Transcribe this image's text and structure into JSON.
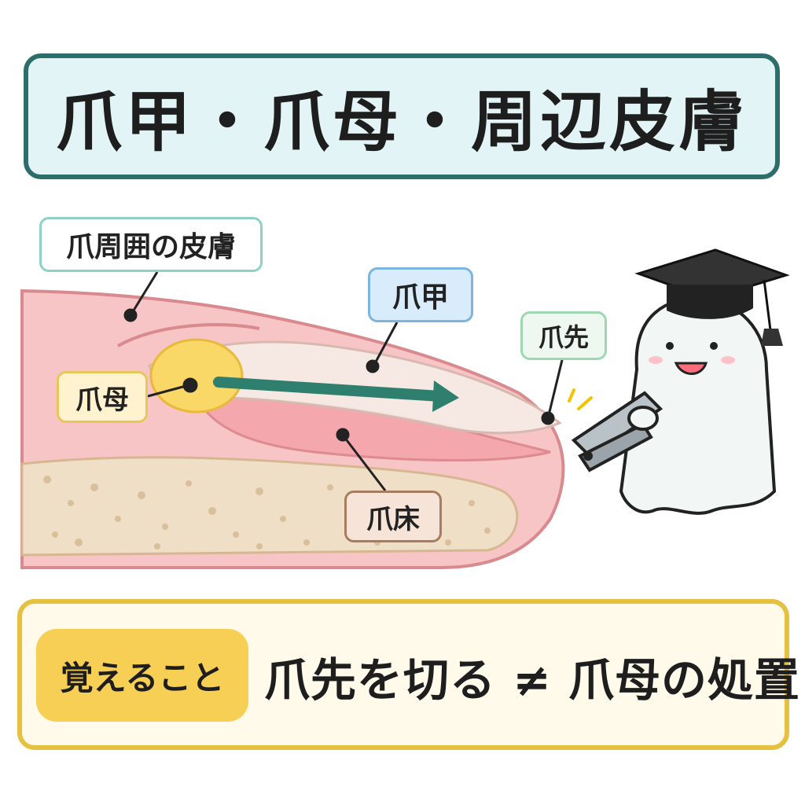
{
  "title": "爪甲・爪母・周辺皮膚",
  "labels": {
    "skin": "爪周囲の皮膚",
    "plate": "爪甲",
    "tip": "爪先",
    "matrix": "爪母",
    "bed": "爪床"
  },
  "memo": {
    "badge": "覚えること",
    "text": "爪先を切る ≠ 爪母の処置"
  },
  "colors": {
    "title_border": "#2d6e6b",
    "title_bg": "#e3f4f6",
    "memo_border": "#e5c13f",
    "memo_badge": "#f8cf55",
    "growth_arrow": "#2f7f6e"
  },
  "icons": [
    "graduation-cap-icon",
    "ghost-mascot",
    "nail-clipper-icon",
    "growth-arrow-icon"
  ]
}
